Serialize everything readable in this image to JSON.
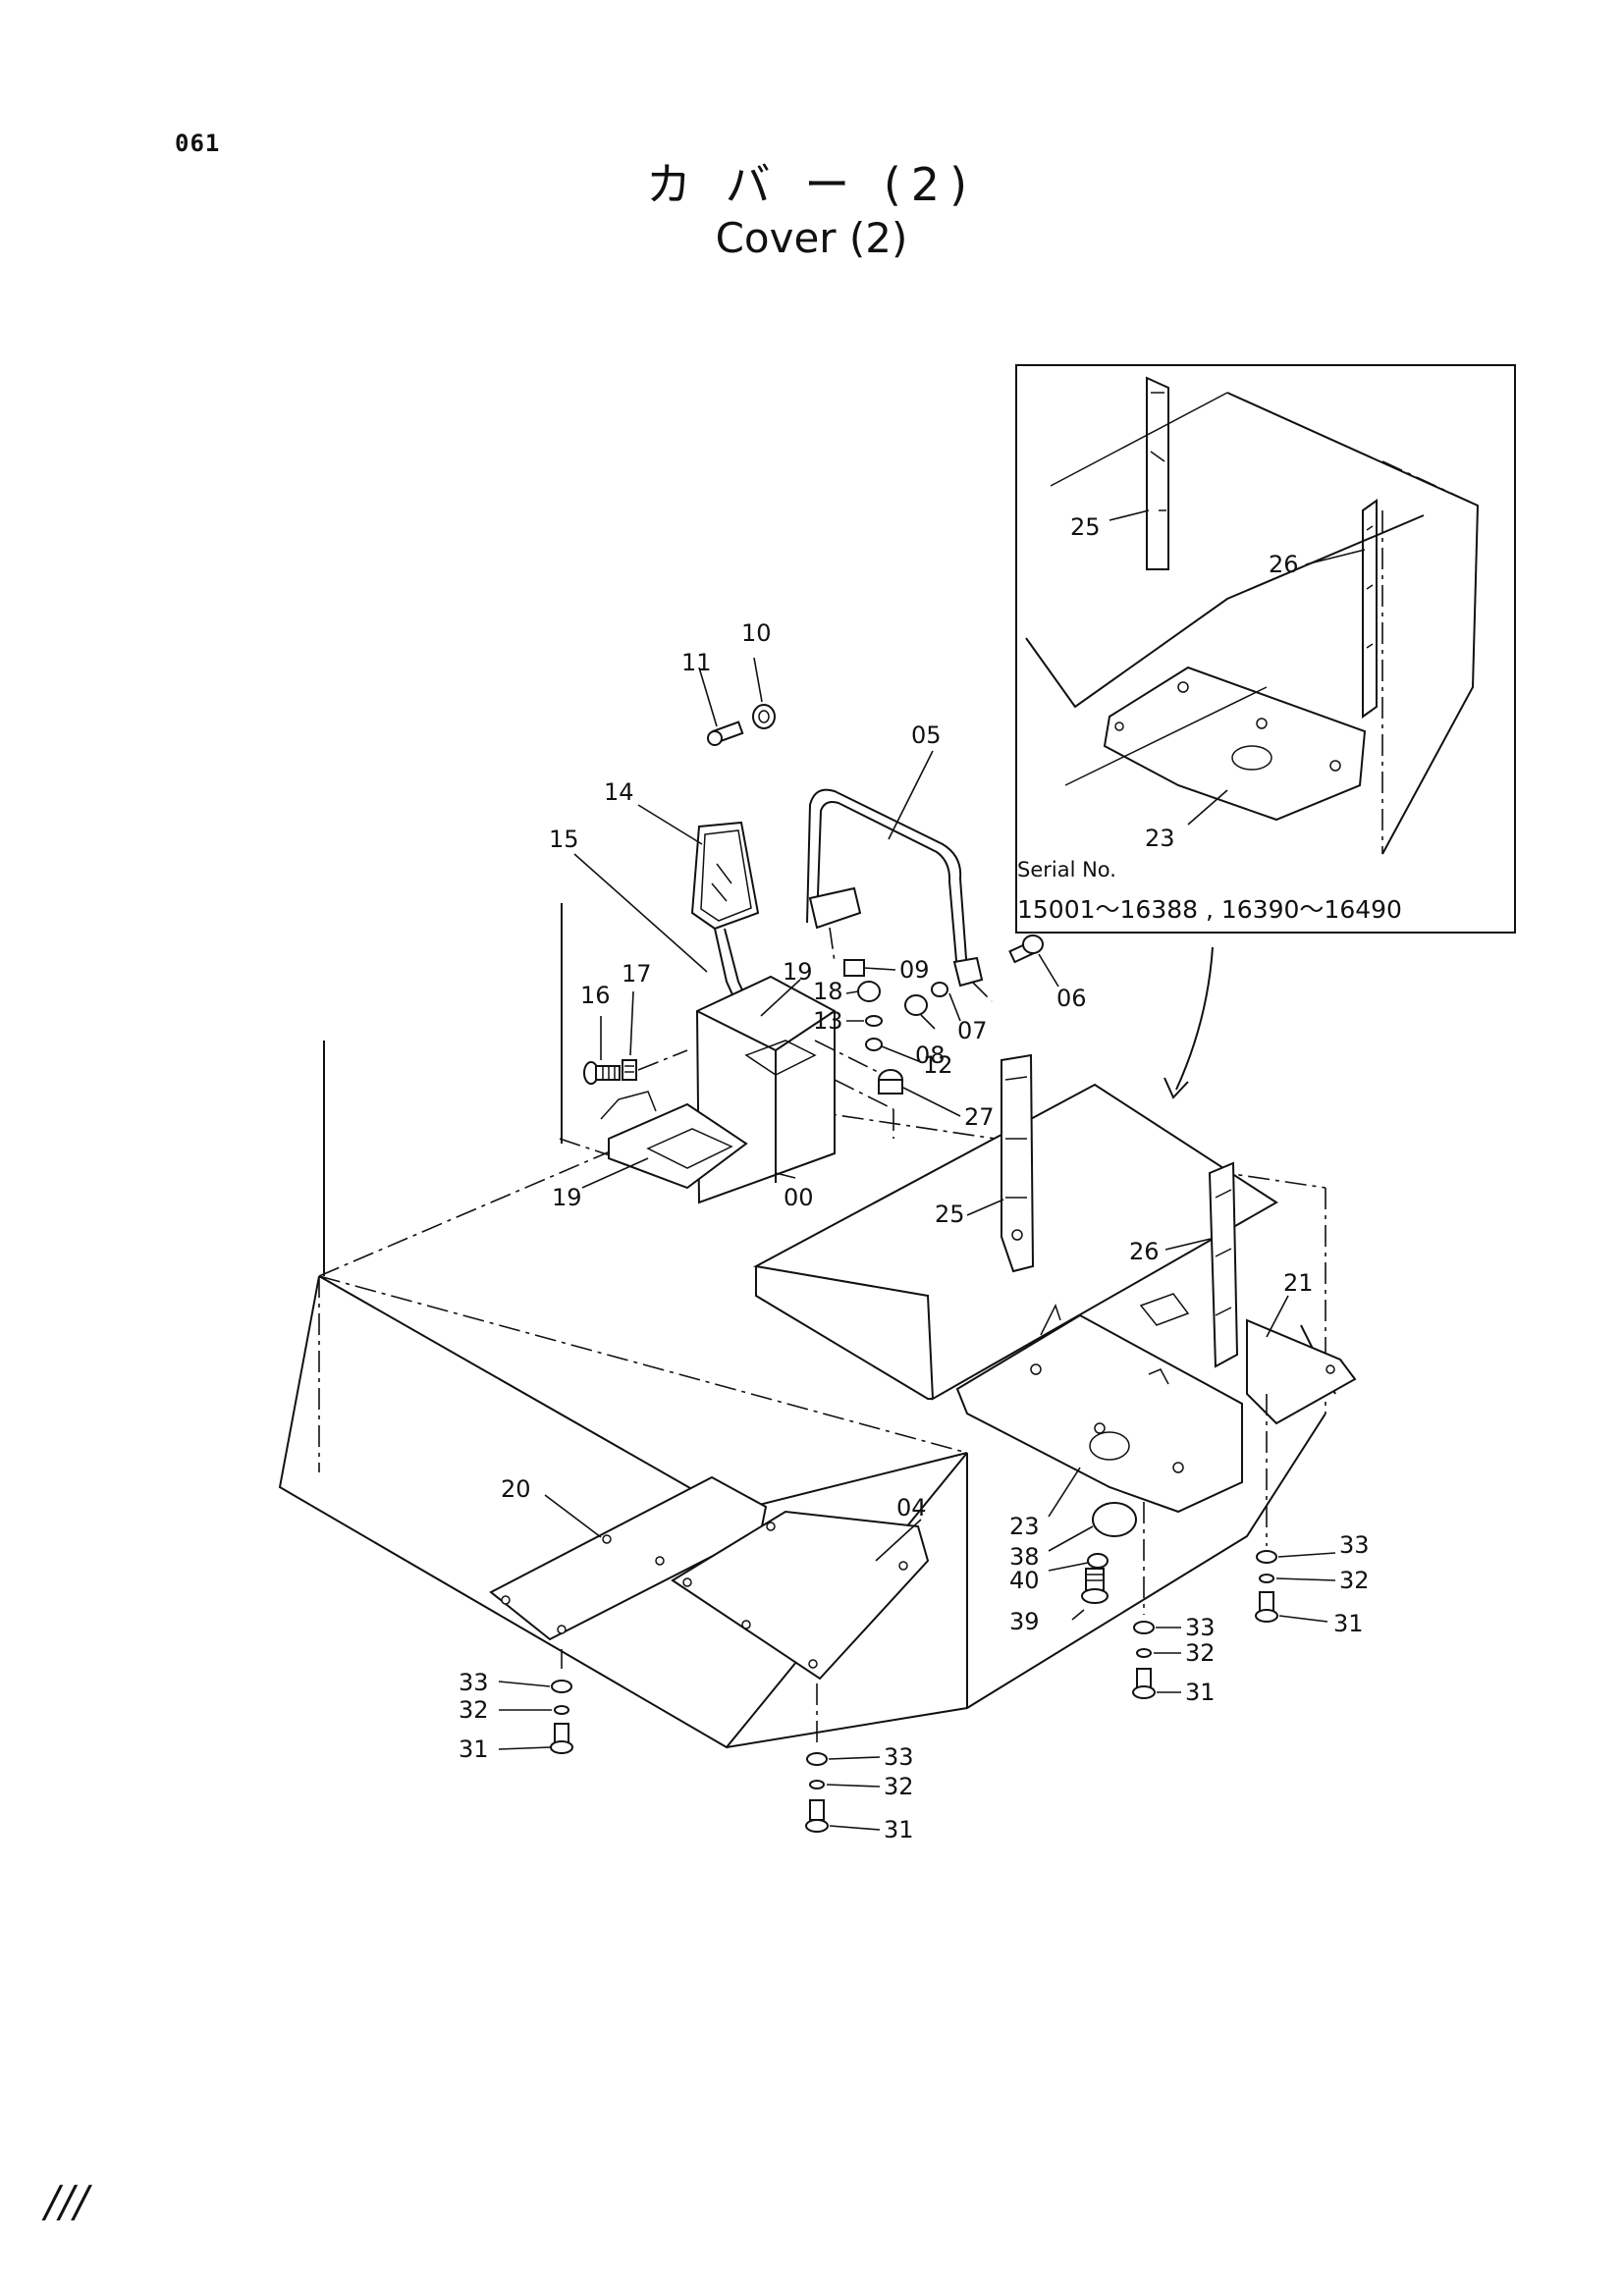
{
  "page_code": "061",
  "title_jp": "カ バ ー (2)",
  "title_en": "Cover (2)",
  "page_mark": "///",
  "inset": {
    "serial_label": "Serial No.",
    "serial_range": "15001～16388 , 16390～16490"
  },
  "callouts": {
    "p00": "00",
    "p04": "04",
    "p05": "05",
    "p06": "06",
    "p07": "07",
    "p08": "08",
    "p09": "09",
    "p10": "10",
    "p11": "11",
    "p12": "12",
    "p13": "13",
    "p14": "14",
    "p15": "15",
    "p16": "16",
    "p17": "17",
    "p18": "18",
    "p19": "19",
    "p20": "20",
    "p21": "21",
    "p23": "23",
    "p25": "25",
    "p26": "26",
    "p27": "27",
    "p31": "31",
    "p32": "32",
    "p33": "33",
    "p38": "38",
    "p39": "39",
    "p40": "40"
  }
}
